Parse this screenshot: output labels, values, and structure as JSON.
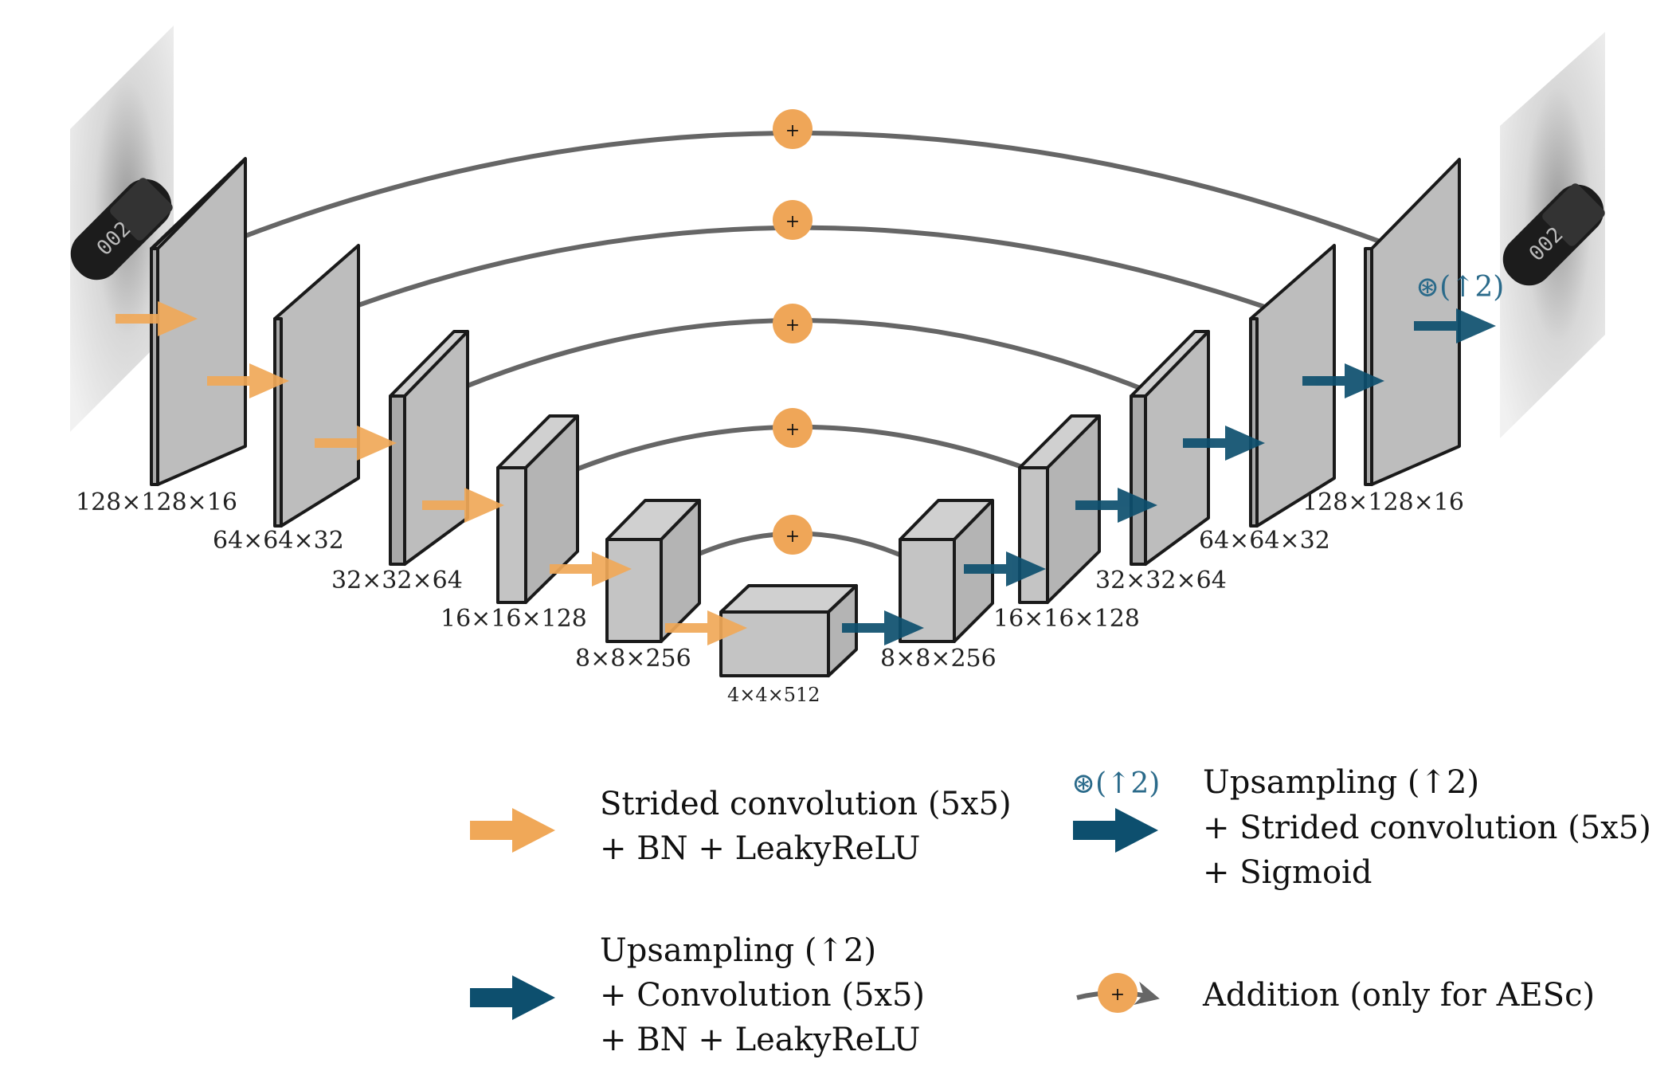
{
  "colors": {
    "encoder_arrow": "#F0A858",
    "decoder_arrow": "#0D4F6E",
    "addition_node": "#EFA658",
    "skip_line": "#666666",
    "block_face": "#C4C4C4",
    "block_edge": "#1a1a1a",
    "input_image_bg": "#E8E8E8"
  },
  "encoder_labels": [
    "128×128×16",
    "64×64×32",
    "32×32×64",
    "16×16×128",
    "8×8×256"
  ],
  "bottleneck_label": "4×4×512",
  "decoder_labels": [
    "8×8×256",
    "16×16×128",
    "32×32×64",
    "64×64×32",
    "128×128×16"
  ],
  "addition_symbol": "+",
  "final_upsampling_label": "⊛(↑2)",
  "images": {
    "input": "input-xray-image",
    "output": "reconstructed-xray-image"
  },
  "legend": {
    "strided_conv": {
      "line1": "Strided convolution (5x5)",
      "line2": "+ BN + LeakyReLU"
    },
    "final_layer": {
      "symbol": "⊛(↑2)",
      "line1": "Upsampling (↑2)",
      "line2": "+ Strided convolution (5x5)",
      "line3": "+ Sigmoid"
    },
    "upsampling_conv": {
      "line1": "Upsampling (↑2)",
      "line2": "+ Convolution (5x5)",
      "line3": "+ BN + LeakyReLU"
    },
    "addition": {
      "line1": "Addition (only for AESc)"
    }
  }
}
